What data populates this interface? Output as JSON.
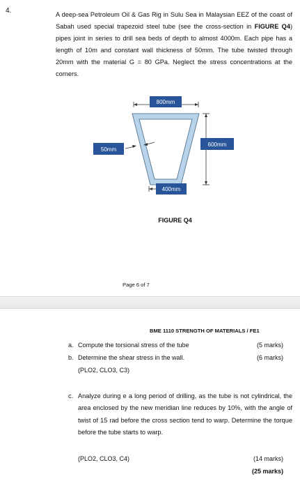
{
  "question": {
    "number": "4.",
    "intro_pre": "A deep-sea Petroleum Oil & Gas Rig in Sulu Sea in Malaysian EEZ of the coast of Sabah used special trapezoid steel tube (see the cross-section in ",
    "intro_bold": "FIGURE Q4",
    "intro_post": ") pipes joint in series to drill sea beds of depth to almost 4000m. Each pipe has a length of 10m and constant wall thickness of 50mm. The tube twisted through 20mm with the material G = 80 GPa. Neglect the stress concentrations at the corners."
  },
  "figure": {
    "dim_top": "800mm",
    "dim_bottom": "400mm",
    "dim_left": "50mm",
    "dim_right": "600mm",
    "caption": "FIGURE Q4",
    "colors": {
      "tube": "#b9d3ea",
      "tube_edge": "#5f7f99",
      "label_bg": "#28559a"
    }
  },
  "page": {
    "number_text": "Page 6 of 7"
  },
  "course_header": "BME 1110 STRENGTH OF MATERIALS / FE1",
  "parts": {
    "a": {
      "label": "a.",
      "text": "Compute the torsional stress of the tube",
      "marks": "(5 marks)"
    },
    "b": {
      "label": "b.",
      "text": "Determine the shear stress in the wall.",
      "marks": "(6 marks)"
    },
    "plo_ab": "(PLO2, CLO3, C3)",
    "c": {
      "label": "c.",
      "text": "Analyze during e a long period of drilling, as the tube is not cylindrical, the area enclosed by the new meridian line reduces by 10%, with the angle of twist of 15 rad before the cross section tend to warp. Determine the torque before the tube starts to warp.",
      "plo": "(PLO2, CLO3, C4)",
      "marks": "(14 marks)"
    },
    "total": "(25 marks)"
  }
}
